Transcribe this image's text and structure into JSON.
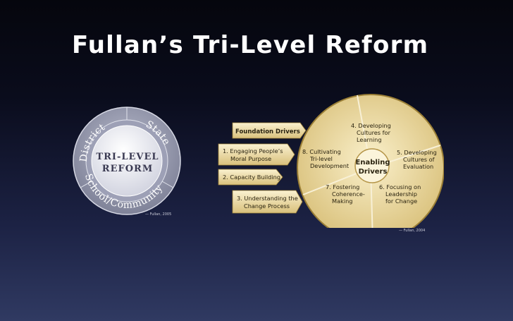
{
  "slide": {
    "title": "Fullan’s Tri-Level Reform"
  },
  "tri_level": {
    "center": [
      "TRI-LEVEL",
      "REFORM"
    ],
    "ring_labels": {
      "district": "District",
      "state": "State",
      "school": "School/Community"
    },
    "citation": "— Fullan, 2005"
  },
  "drivers": {
    "header": "",
    "foundation_title": "Foundation Drivers",
    "foundation": [
      {
        "lines": [
          "1. Engaging People’s",
          "Moral Purpose"
        ]
      },
      {
        "lines": [
          "2. Capacity Building"
        ]
      },
      {
        "lines": [
          "3. Understanding the",
          "Change Process"
        ]
      }
    ],
    "enabling_title": [
      "Enabling",
      "Drivers"
    ],
    "enabling": [
      {
        "lines": [
          "4. Developing",
          "Cultures for",
          "Learning"
        ]
      },
      {
        "lines": [
          "5. Developing",
          "Cultures of",
          "Evaluation"
        ]
      },
      {
        "lines": [
          "6. Focusing on",
          "Leadership",
          "for Change"
        ]
      },
      {
        "lines": [
          "7. Fostering",
          "Coherence-",
          "Making"
        ]
      },
      {
        "lines": [
          "8. Cultivating",
          "Tri-level",
          "Development"
        ]
      }
    ],
    "citation": "— Fullan, 2004"
  },
  "colors": {
    "gold_light": "#f4e7b7",
    "gold_dark": "#c9a95a",
    "ring_outer": "#8d90a8",
    "ring_inner": "#c9cbd8"
  }
}
